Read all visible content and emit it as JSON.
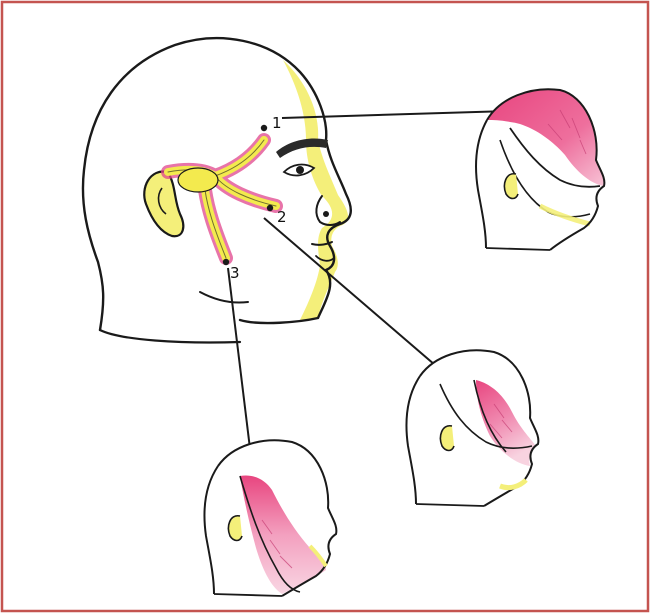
{
  "figure": {
    "labels": [
      {
        "id": "1",
        "text": "1"
      },
      {
        "id": "2",
        "text": "2"
      },
      {
        "id": "3",
        "text": "3"
      }
    ]
  },
  "colors": {
    "frame": "#c45450",
    "outline": "#1a1a1a",
    "skin_shadow": "#f4ef7a",
    "nerve_yellow": "#f3ea4e",
    "nerve_glow": "#e0468c",
    "dermatome_pink": "#e8457f",
    "dermatome_light": "#f6b6cf",
    "eyebrow": "#2a2a2a"
  },
  "icons": [
    "head-profile",
    "trigeminal-nerve",
    "dermatome-head"
  ]
}
